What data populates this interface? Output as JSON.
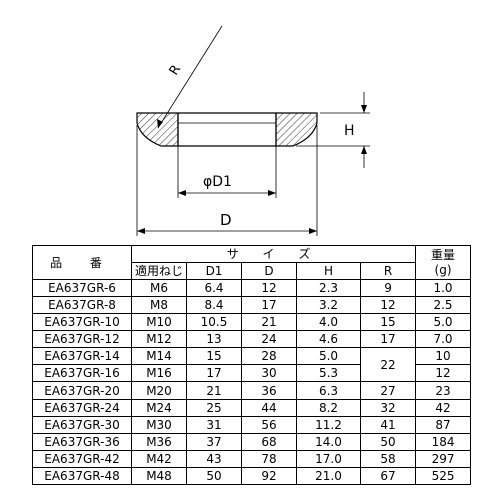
{
  "drawing": {
    "radius_label": "R",
    "height_label": "H",
    "d1_label": "φD1",
    "d_label": "D"
  },
  "table": {
    "part_header": "品 番",
    "size_header": "サ イ ズ",
    "weight_header_top": "重量",
    "weight_header_bottom": "(g)",
    "sub_headers": [
      "適用ねじ",
      "D1",
      "D",
      "H",
      "R"
    ],
    "rows": [
      {
        "part": "EA637GR-6",
        "thread": "M6",
        "d1": "6.4",
        "d": "12",
        "h": "2.3",
        "r": "9",
        "w": "1.0"
      },
      {
        "part": "EA637GR-8",
        "thread": "M8",
        "d1": "8.4",
        "d": "17",
        "h": "3.2",
        "r": "12",
        "w": "2.5"
      },
      {
        "part": "EA637GR-10",
        "thread": "M10",
        "d1": "10.5",
        "d": "21",
        "h": "4.0",
        "r": "15",
        "w": "5.0"
      },
      {
        "part": "EA637GR-12",
        "thread": "M12",
        "d1": "13",
        "d": "24",
        "h": "4.6",
        "r": "17",
        "w": "7.0"
      },
      {
        "part": "EA637GR-14",
        "thread": "M14",
        "d1": "15",
        "d": "28",
        "h": "5.0",
        "r": "22",
        "w": "10"
      },
      {
        "part": "EA637GR-16",
        "thread": "M16",
        "d1": "17",
        "d": "30",
        "h": "5.3",
        "r": "",
        "w": "12"
      },
      {
        "part": "EA637GR-20",
        "thread": "M20",
        "d1": "21",
        "d": "36",
        "h": "6.3",
        "r": "27",
        "w": "23"
      },
      {
        "part": "EA637GR-24",
        "thread": "M24",
        "d1": "25",
        "d": "44",
        "h": "8.2",
        "r": "32",
        "w": "42"
      },
      {
        "part": "EA637GR-30",
        "thread": "M30",
        "d1": "31",
        "d": "56",
        "h": "11.2",
        "r": "41",
        "w": "87"
      },
      {
        "part": "EA637GR-36",
        "thread": "M36",
        "d1": "37",
        "d": "68",
        "h": "14.0",
        "r": "50",
        "w": "184"
      },
      {
        "part": "EA637GR-42",
        "thread": "M42",
        "d1": "43",
        "d": "78",
        "h": "17.0",
        "r": "58",
        "w": "297"
      },
      {
        "part": "EA637GR-48",
        "thread": "M48",
        "d1": "50",
        "d": "92",
        "h": "21.0",
        "r": "67",
        "w": "525"
      }
    ]
  }
}
